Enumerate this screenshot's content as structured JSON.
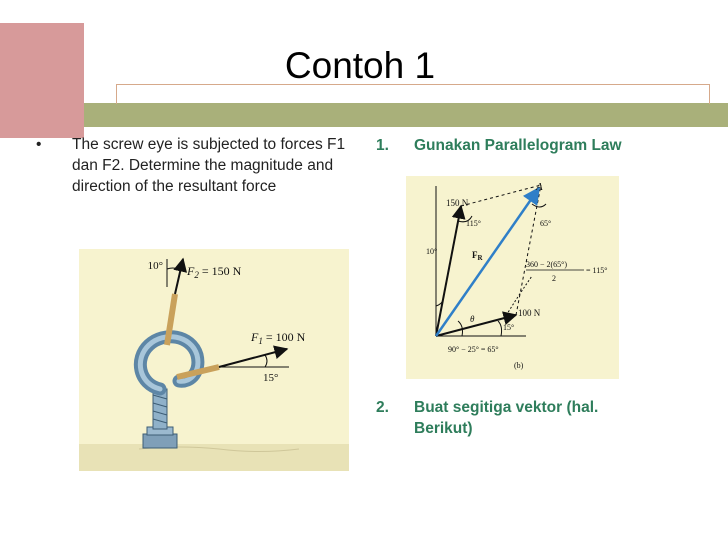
{
  "title": "Contoh 1",
  "bullet": {
    "symbol": "•",
    "text": "The screw eye is subjected to forces F1 dan F2. Determine the magnitude and direction of the resultant force"
  },
  "steps": [
    {
      "number": "1.",
      "text": "Gunakan Parallelogram Law"
    },
    {
      "number": "2.",
      "text": "Buat segitiga vektor (hal. Berikut)"
    }
  ],
  "figure_left": {
    "angle_top": "10°",
    "f2_label": "F",
    "f2_sub": "2",
    "f2_value": " = 150 N",
    "f1_label": "F",
    "f1_sub": "1",
    "f1_value": " = 100 N",
    "angle_right": "15°"
  },
  "figure_right": {
    "label_a": "A",
    "label_150": "150 N",
    "label_115": "115°",
    "label_65": "65°",
    "label_10": "10°",
    "label_fr": "F",
    "label_fr_sub": "R",
    "label_eq_top": "360 − 2(65°)",
    "label_eq_res": "= 115°",
    "label_eq_den": "2",
    "label_theta": "θ",
    "label_100": "100 N",
    "label_15": "15°",
    "label_bottom": "90° − 25° = 65°",
    "label_b": "(b)"
  },
  "colors": {
    "pink": "#d79a9a",
    "olive": "#a9b07a",
    "green_text": "#2e7d5b",
    "figure_bg": "#f7f3cf",
    "resultant_blue": "#2f7fc8"
  }
}
